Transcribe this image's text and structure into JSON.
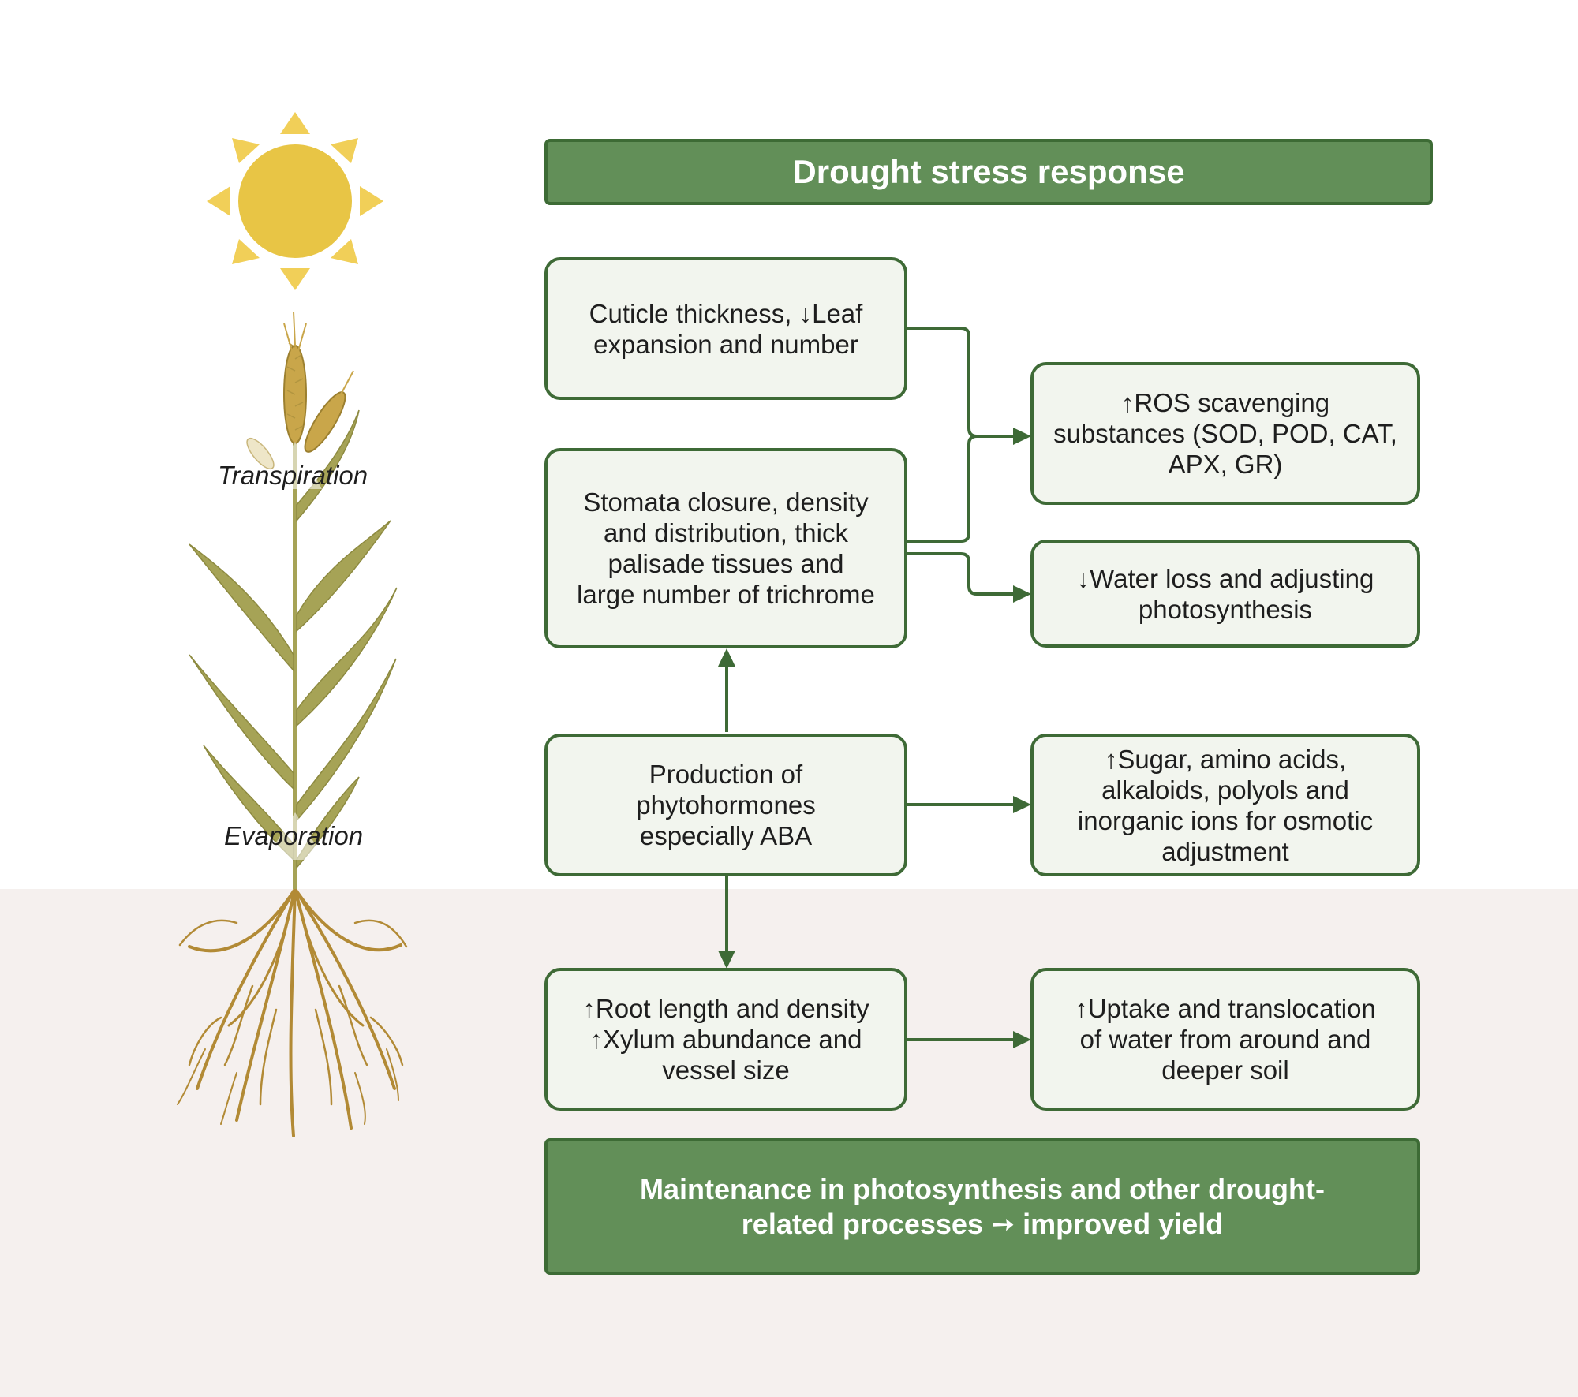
{
  "title": "Drought stress response",
  "labels": {
    "transpiration": "Transpiration",
    "evaporation": "Evaporation"
  },
  "boxes": {
    "cuticle": "Cuticle thickness, ↓Leaf\nexpansion and number",
    "stomata": "Stomata closure, density\nand distribution, thick\npalisade tissues and\nlarge number of trichrome",
    "ros": "↑ROS scavenging\nsubstances (SOD, POD, CAT,\nAPX, GR)",
    "water_loss": "↓Water loss and adjusting\nphotosynthesis",
    "phytohormones": "Production of\nphytohormones\nespecially ABA",
    "osmotic": "↑Sugar, amino acids,\nalkaloids, polyols and\ninorganic ions for osmotic\nadjustment",
    "root": "↑Root length and density\n↑Xylum abundance and\nvessel size",
    "uptake": "↑Uptake and translocation\nof water from around and\ndeeper soil"
  },
  "footer": "Maintenance in photosynthesis and other drought-\nrelated processes ➙  improved yield",
  "colors": {
    "header_green": "#628f58",
    "box_border": "#3e6a36",
    "box_fill": "#f2f5ee",
    "soil": "#f5f0ee",
    "sun": "#e8c545",
    "sun_rays": "#f1cf58",
    "leaf": "#a6a356",
    "root": "#b28a35"
  },
  "icons": [
    "sun-icon",
    "wheat-plant-icon"
  ]
}
